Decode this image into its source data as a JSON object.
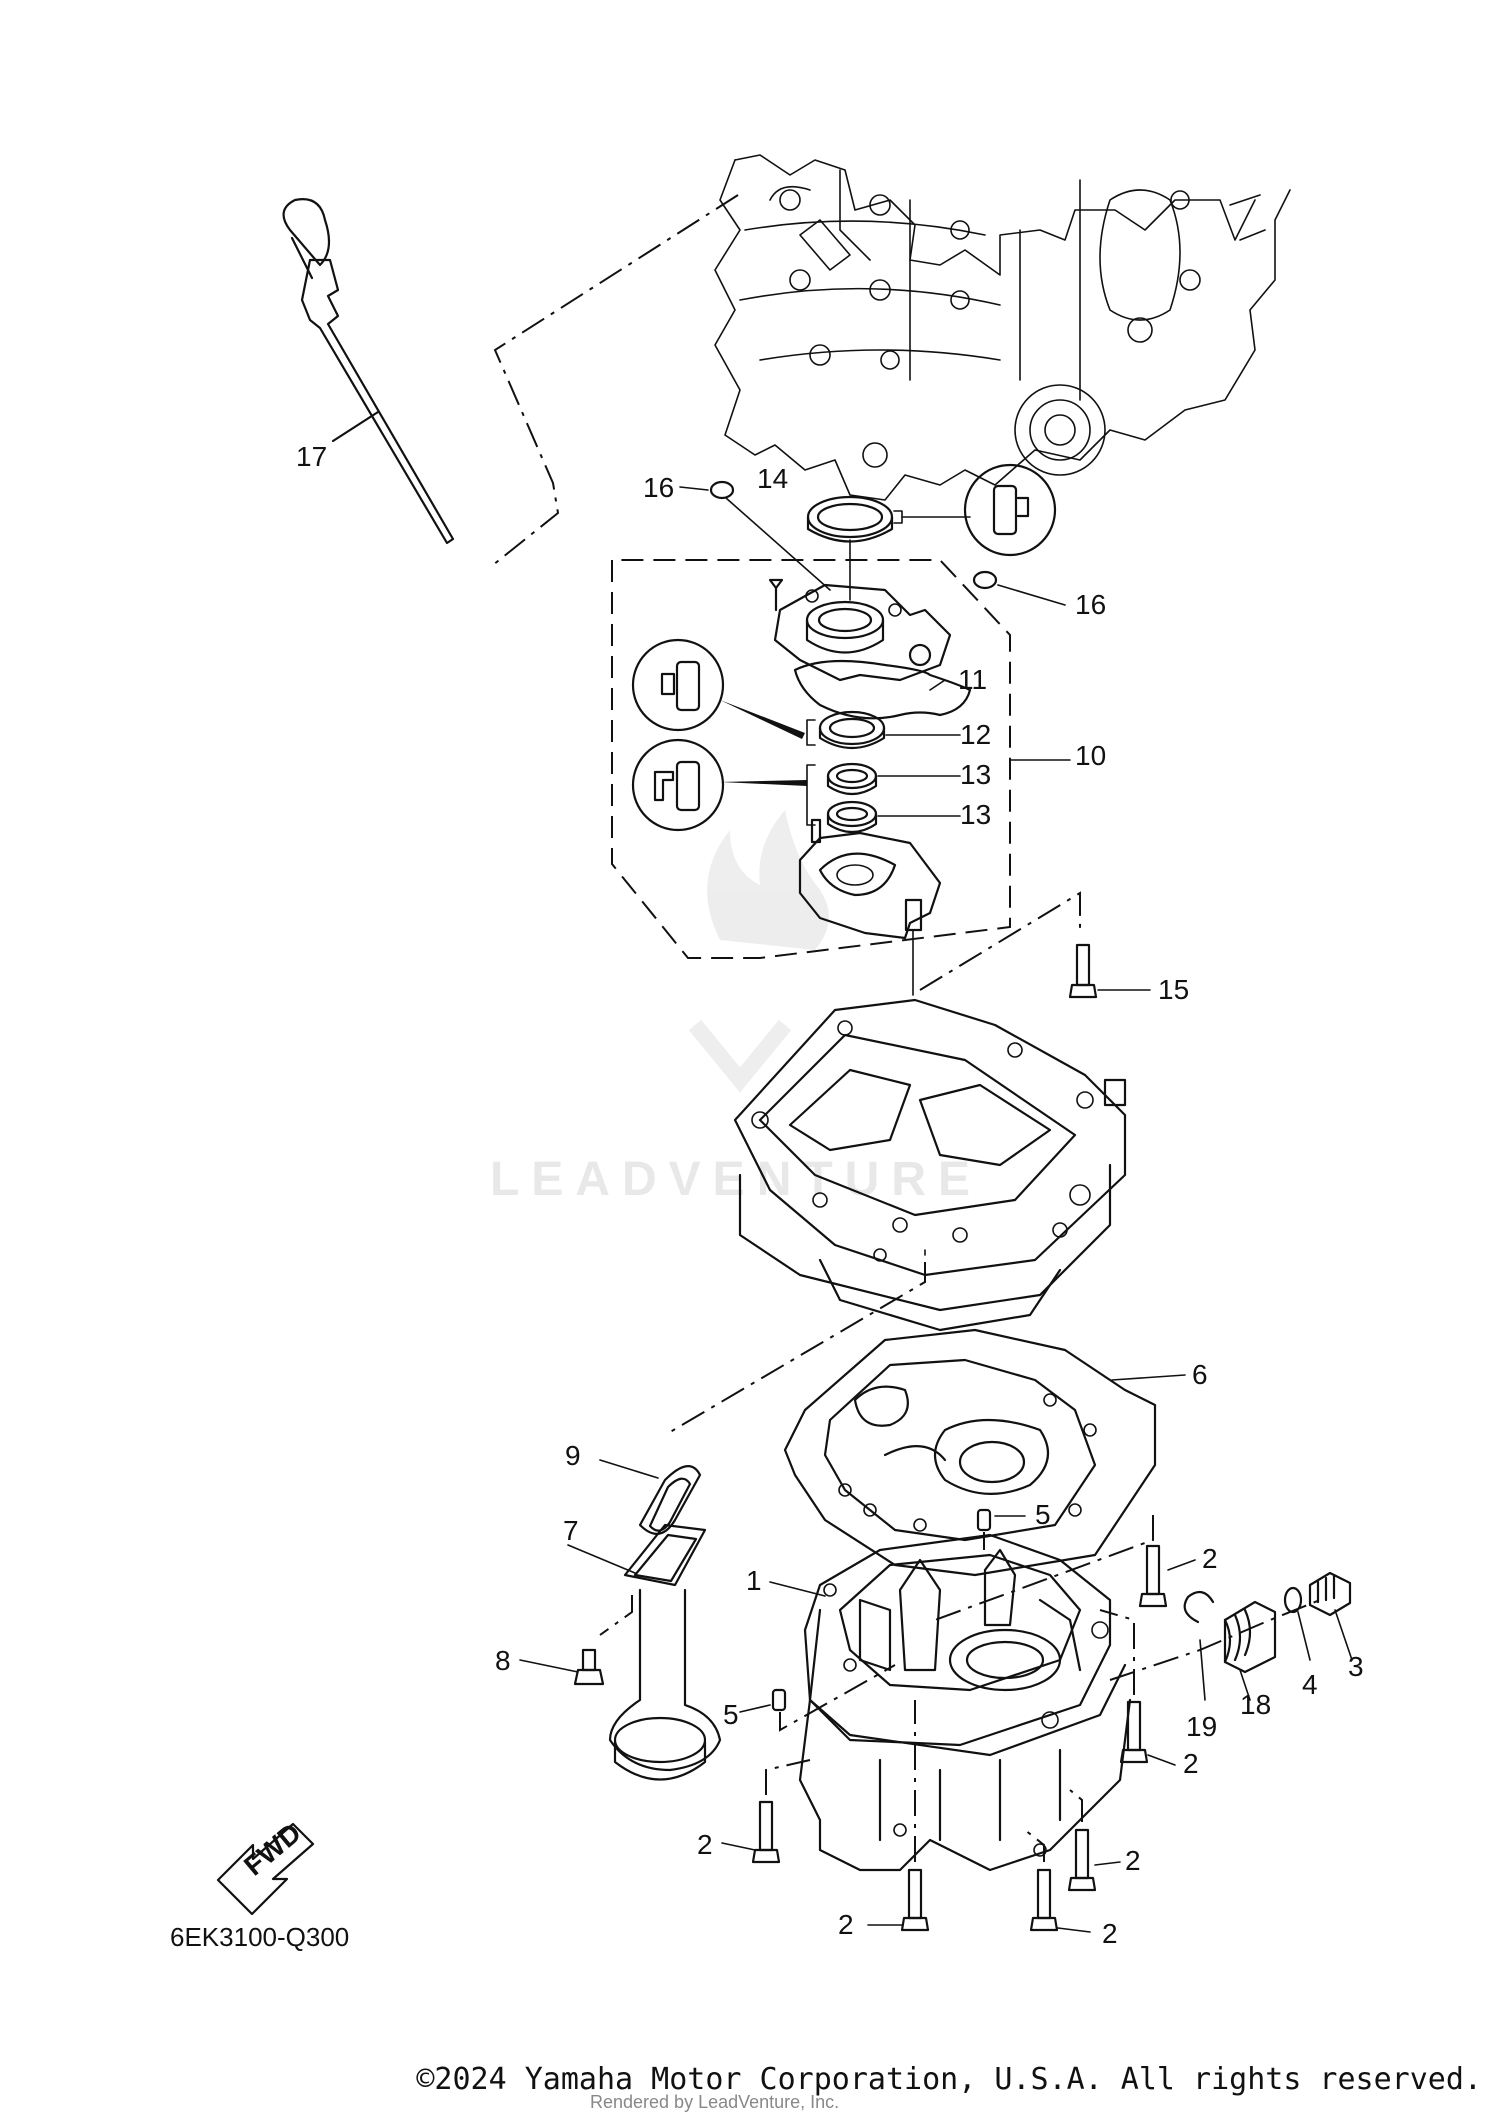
{
  "diagram": {
    "callouts": {
      "c1": "1",
      "c2a": "2",
      "c2b": "2",
      "c2c": "2",
      "c2d": "2",
      "c2e": "2",
      "c2f": "2",
      "c3": "3",
      "c4": "4",
      "c5a": "5",
      "c5b": "5",
      "c6": "6",
      "c7": "7",
      "c8": "8",
      "c9": "9",
      "c10": "10",
      "c11": "11",
      "c12": "12",
      "c13a": "13",
      "c13b": "13",
      "c14": "14",
      "c15": "15",
      "c16a": "16",
      "c16b": "16",
      "c17": "17",
      "c18": "18",
      "c19": "19"
    },
    "fwd_label": "FWD",
    "diagram_code": "6EK3100-Q300",
    "watermark": "LEADVENTURE"
  },
  "footer": {
    "copyright": "©2024 Yamaha Motor Corporation, U.S.A. All rights reserved.",
    "rendered_by": "Rendered by LeadVenture, Inc."
  },
  "colors": {
    "line": "#111111",
    "watermark": "#e6e6e6",
    "background": "#ffffff"
  }
}
